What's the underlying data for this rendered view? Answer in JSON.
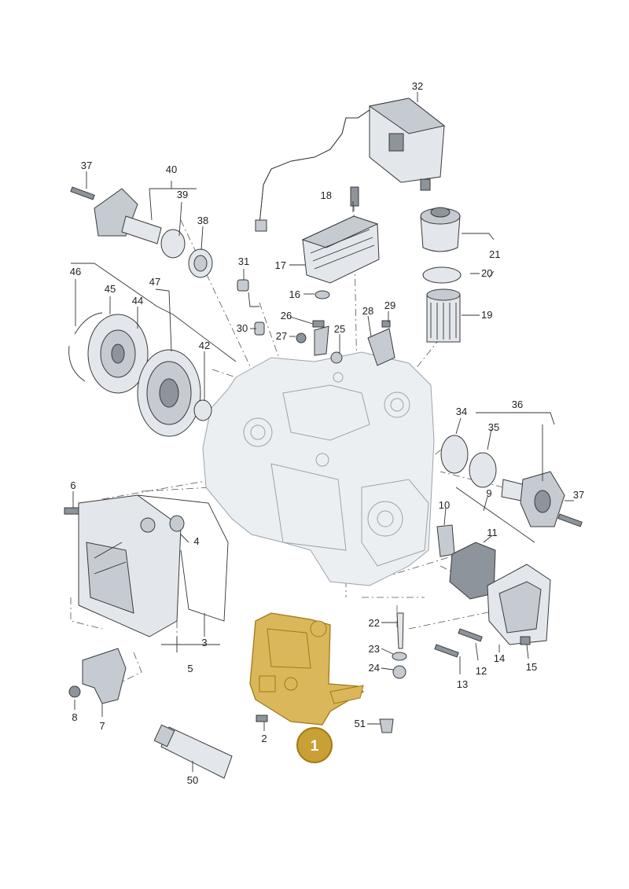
{
  "colors": {
    "highlight_fill": "#d9b75a",
    "highlight_stroke": "#a37a14",
    "badge_fill": "#c9a035",
    "badge_text": "#ffffff",
    "part_gray": "#c5cbd1",
    "part_dark": "#8d949b"
  },
  "callout": {
    "label": "1"
  },
  "labels": {
    "n2": "2",
    "n3": "3",
    "n4": "4",
    "n5": "5",
    "n6": "6",
    "n7": "7",
    "n8": "8",
    "n9": "9",
    "n10": "10",
    "n11": "11",
    "n12": "12",
    "n13": "13",
    "n14": "14",
    "n15": "15",
    "n16": "16",
    "n17": "17",
    "n18": "18",
    "n19": "19",
    "n20": "20",
    "n21": "21",
    "n22": "22",
    "n23": "23",
    "n24": "24",
    "n25": "25",
    "n26": "26",
    "n27": "27",
    "n28": "28",
    "n29": "29",
    "n30": "30",
    "n31": "31",
    "n32": "32",
    "n34": "34",
    "n35": "35",
    "n36": "36",
    "n37a": "37",
    "n37b": "37",
    "n38": "38",
    "n39": "39",
    "n40": "40",
    "n42": "42",
    "n44": "44",
    "n45": "45",
    "n46": "46",
    "n47": "47",
    "n50": "50",
    "n51": "51"
  }
}
